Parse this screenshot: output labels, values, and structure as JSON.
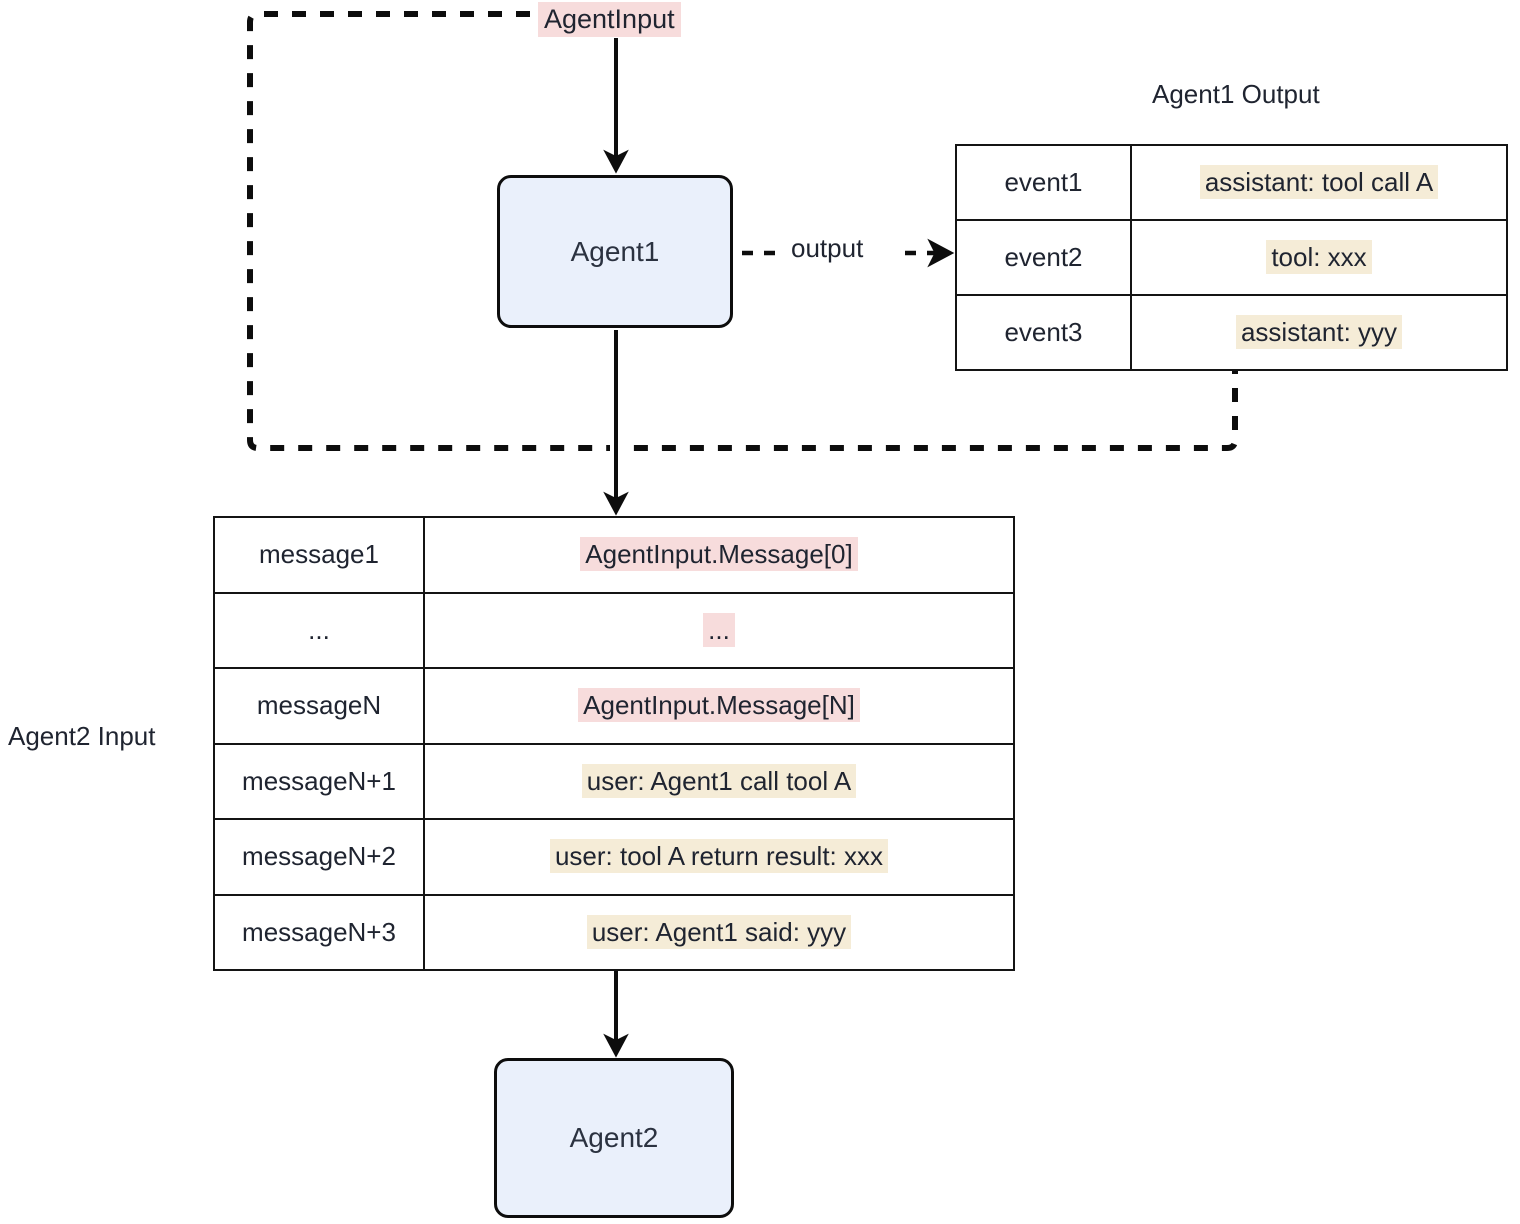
{
  "diagram": {
    "title": "Agent1 to Agent2 message passing flow",
    "colors": {
      "node_fill": "#eaf0fb",
      "node_border": "#0d0d0d",
      "highlight_yellow": "#f5ecd7",
      "highlight_pink": "#f7dcdc",
      "text": "#1f2430",
      "edge": "#0d0d0d"
    }
  },
  "nodes": {
    "agent1": {
      "label": "Agent1"
    },
    "agent2": {
      "label": "Agent2"
    }
  },
  "labels": {
    "agent_input": "AgentInput",
    "output_edge": "output",
    "agent1_output_caption": "Agent1 Output",
    "agent2_input_caption": "Agent2 Input"
  },
  "tables": {
    "agent1_output": {
      "caption": "Agent1 Output",
      "rows": [
        {
          "key": "event1",
          "value": "assistant: tool call A",
          "highlight": "yellow"
        },
        {
          "key": "event2",
          "value": "tool: xxx",
          "highlight": "yellow"
        },
        {
          "key": "event3",
          "value": "assistant: yyy",
          "highlight": "yellow"
        }
      ]
    },
    "agent2_input": {
      "caption": "Agent2 Input",
      "rows": [
        {
          "key": "message1",
          "value": "AgentInput.Message[0]",
          "highlight": "pink"
        },
        {
          "key": "...",
          "value": "...",
          "highlight": "pink"
        },
        {
          "key": "messageN",
          "value": "AgentInput.Message[N]",
          "highlight": "pink"
        },
        {
          "key": "messageN+1",
          "value": "user: Agent1 call tool A",
          "highlight": "yellow"
        },
        {
          "key": "messageN+2",
          "value": "user: tool A return result: xxx",
          "highlight": "yellow"
        },
        {
          "key": "messageN+3",
          "value": "user: Agent1 said: yyy",
          "highlight": "yellow"
        }
      ]
    }
  },
  "edges": [
    {
      "name": "agent-input-to-agent1",
      "style": "solid",
      "label": ""
    },
    {
      "name": "agent1-to-output-table",
      "style": "dashed",
      "label": "output"
    },
    {
      "name": "agent1-to-agent2-input",
      "style": "solid",
      "label": ""
    },
    {
      "name": "agent-input-feedback-loop",
      "style": "dashed",
      "label": ""
    },
    {
      "name": "agent1-output-feedback",
      "style": "dashed",
      "label": ""
    },
    {
      "name": "agent2-input-to-agent2",
      "style": "solid",
      "label": ""
    }
  ]
}
